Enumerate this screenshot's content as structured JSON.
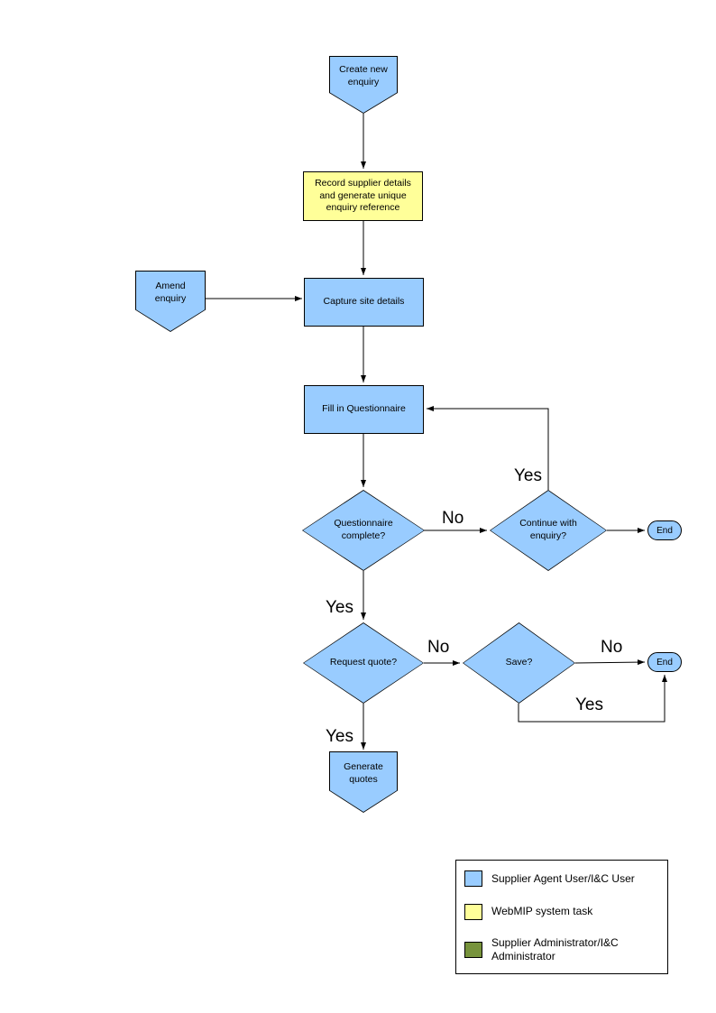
{
  "diagram": {
    "nodes": {
      "create_new_enquiry": {
        "label": "Create new enquiry"
      },
      "record_supplier_details": {
        "label": "Record supplier details and generate unique enquiry reference"
      },
      "amend_enquiry": {
        "label": "Amend enquiry"
      },
      "capture_site_details": {
        "label": "Capture site details"
      },
      "fill_in_questionnaire": {
        "label": "Fill in Questionnaire"
      },
      "questionnaire_complete": {
        "label": "Questionnaire complete?"
      },
      "continue_with_enquiry": {
        "label": "Continue with enquiry?"
      },
      "end_after_continue": {
        "label": "End"
      },
      "request_quote": {
        "label": "Request quote?"
      },
      "save": {
        "label": "Save?"
      },
      "end_after_save": {
        "label": "End"
      },
      "generate_quotes": {
        "label": "Generate quotes"
      }
    },
    "edge_labels": {
      "questionnaire_complete_no": "No",
      "continue_with_enquiry_yes": "Yes",
      "questionnaire_complete_yes": "Yes",
      "request_quote_no": "No",
      "save_no": "No",
      "save_yes": "Yes",
      "request_quote_yes": "Yes"
    },
    "colors": {
      "actor_blue": "#99CCFF",
      "system_yellow": "#FFFF99",
      "admin_green": "#77933C"
    },
    "legend": {
      "items": [
        {
          "label": "Supplier Agent User/I&C User",
          "color": "#99CCFF"
        },
        {
          "label": "WebMIP system task",
          "color": "#FFFF99"
        },
        {
          "label": "Supplier Administrator/I&C Administrator",
          "color": "#77933C"
        }
      ]
    }
  }
}
